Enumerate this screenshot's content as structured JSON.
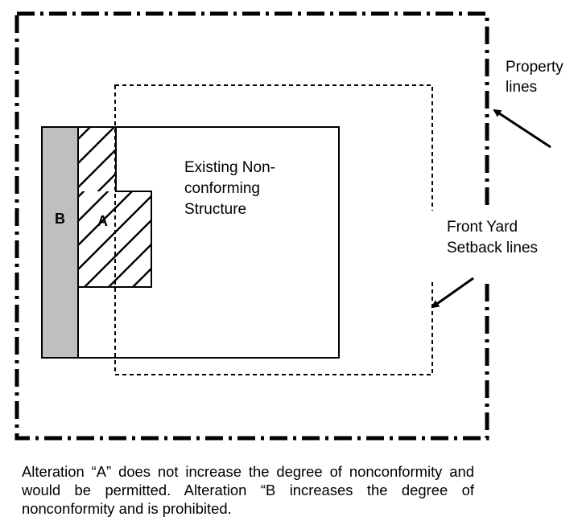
{
  "labels": {
    "existing_structure": [
      "Existing Non-",
      "conforming",
      "Structure"
    ],
    "alteration_a": "A",
    "alteration_b": "B",
    "property_lines": [
      "Property",
      "lines"
    ],
    "setback_lines": [
      "Front Yard",
      "Setback lines"
    ]
  },
  "caption": "Alteration “A” does not increase the degree of nonconformity and would be permitted. Alteration “B increases the degree of nonconformity and is prohibited.",
  "colors": {
    "alteration_b_fill": "#bfbfbf",
    "line": "#000000",
    "background": "#ffffff"
  }
}
